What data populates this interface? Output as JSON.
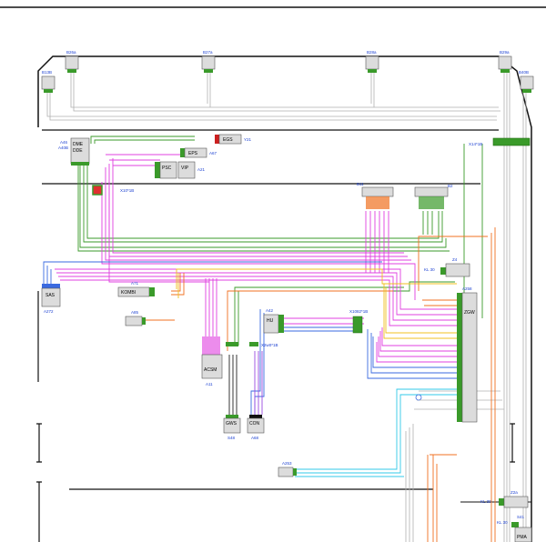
{
  "nodes": {
    "top_conn_1": "B26a",
    "top_conn_2": "B27a",
    "top_conn_3": "B28a",
    "top_conn_4": "B29a",
    "left_sensor": "B13B",
    "right_sensor": "B40B",
    "dme_line1": "DME",
    "dme_line2": "DDE",
    "dme_ref1": "A46",
    "dme_ref2": "A40B",
    "egs": "EGS",
    "egs_ref": "Y21",
    "eps": "EPS",
    "eps_ref": "A67",
    "psc": "PSC",
    "vip": "VIP",
    "vip_ref": "A21",
    "splice_1": "X10*1B",
    "connector_right": "X14*1B",
    "bus_top_1": "B11",
    "bus_top_2": "B2",
    "z4": "Z4",
    "kl30_a": "KL 30",
    "sas": "SAS",
    "sas_ref": "A272",
    "kombi": "KOMBI",
    "kombi_ref": "A71",
    "a85": "A85",
    "hu": "HU",
    "hu_ref": "A42",
    "x_splice_2": "X1082*1B",
    "zgw": "ZGW",
    "zgw_ref": "A258",
    "acsm": "ACSM",
    "acsm_ref": "A11",
    "k_splice": "X2w0*1B",
    "gws": "GWS",
    "gws_ref": "S48",
    "cds": "CON",
    "cds_ref": "A68",
    "a253": "A253",
    "z2a": "Z2a",
    "kl30_b": "KL 30",
    "kl30_c": "KL 30",
    "s41": "S41",
    "pma": "PMA"
  },
  "colors": {
    "green": "#3a9a2a",
    "magenta": "#e040e0",
    "orange": "#f07020",
    "blue": "#3a6ae0",
    "cyan": "#30c8e8",
    "yellow": "#f0c020",
    "gray": "#b0b0b0",
    "dark": "#111111"
  }
}
